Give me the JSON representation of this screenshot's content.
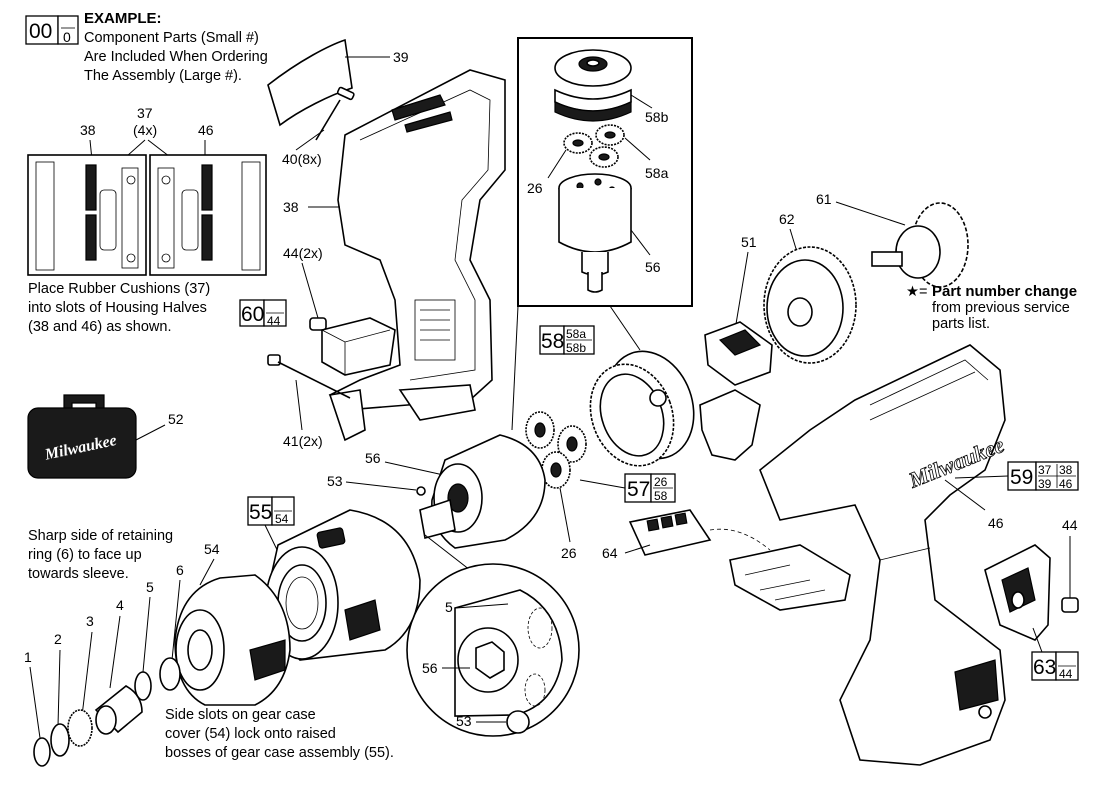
{
  "example": {
    "assembly_no": "00",
    "component_no": "0",
    "title": "EXAMPLE:",
    "line1": "Component Parts (Small #)",
    "line2": "Are Included When Ordering",
    "line3": "The Assembly (Large #)."
  },
  "cushion_note": {
    "line1": "Place Rubber Cushions (37)",
    "line2": "into slots of Housing Halves",
    "line3": "(38 and 46) as shown."
  },
  "retaining_note": {
    "line1": "Sharp side of retaining",
    "line2": "ring (6) to face up",
    "line3": "towards sleeve."
  },
  "slots_note": {
    "line1": "Side slots on gear case",
    "line2": "cover (54) lock onto raised",
    "line3": "bosses of gear case assembly (55)."
  },
  "part_change": {
    "star": "★=",
    "bold": "Part number change",
    "line2": "from previous service",
    "line3": "parts list."
  },
  "brand": "Milwaukee",
  "labels": {
    "l39": "39",
    "l37": "37",
    "l37x": "(4x)",
    "l38a": "38",
    "l46a": "46",
    "l40": "40(8x)",
    "l38": "38",
    "l44x": "44(2x)",
    "l41": "41(2x)",
    "l52": "52",
    "l53": "53",
    "l56": "56",
    "l26": "26",
    "l58a": "58a",
    "l58b": "58b",
    "l26b": "26",
    "l56b": "56",
    "l51": "51",
    "l62": "62",
    "l61": "61",
    "l46": "46",
    "l44": "44",
    "l64": "64",
    "l54": "54",
    "l1": "1",
    "l2": "2",
    "l3": "3",
    "l4": "4",
    "l5": "5",
    "l6": "6",
    "l5b": "5",
    "l56c": "56",
    "l53b": "53"
  },
  "assemblies": {
    "a60": {
      "big": "60",
      "small": [
        "44"
      ]
    },
    "a58": {
      "big": "58",
      "small": [
        "58a",
        "58b"
      ]
    },
    "a57": {
      "big": "57",
      "small": [
        "26",
        "58"
      ]
    },
    "a55": {
      "big": "55",
      "small": [
        "54"
      ]
    },
    "a59": {
      "big": "59",
      "small": [
        "37",
        "38",
        "39",
        "46"
      ]
    },
    "a63": {
      "big": "63",
      "small": [
        "44"
      ]
    }
  }
}
